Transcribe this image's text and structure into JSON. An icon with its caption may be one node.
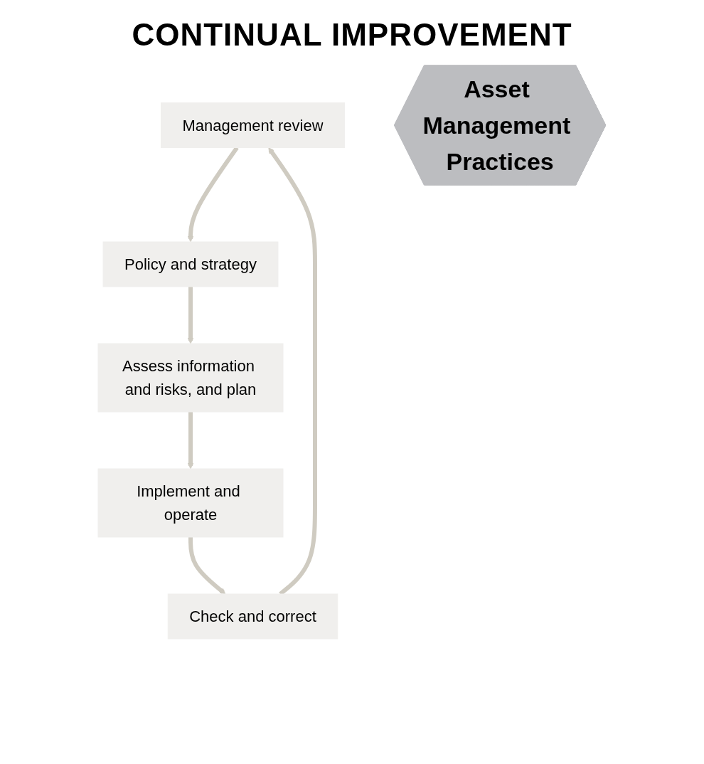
{
  "diagram": {
    "title": "CONTINUAL IMPROVEMENT",
    "nodes": [
      {
        "text": [
          "Management review"
        ]
      },
      {
        "text": [
          "Policy and strategy"
        ]
      },
      {
        "text": [
          "Asset Management Practices"
        ]
      },
      {
        "text": [
          "Check and correct"
        ]
      },
      {
        "text": [
          "Assess information and risks, and plan"
        ]
      },
      {
        "text": [
          "Implement and operate"
        ]
      }
    ],
    "edges": [
      {
        "from": 0,
        "to": 1,
        "arrow": "to"
      },
      {
        "from": 1,
        "to": 4,
        "arrow": "to"
      },
      {
        "from": 4,
        "to": 5,
        "arrow": "to"
      },
      {
        "from": 5,
        "to": 3,
        "arrow": "to"
      },
      {
        "from": 3,
        "to": 0,
        "arrow": "to"
      }
    ]
  }
}
